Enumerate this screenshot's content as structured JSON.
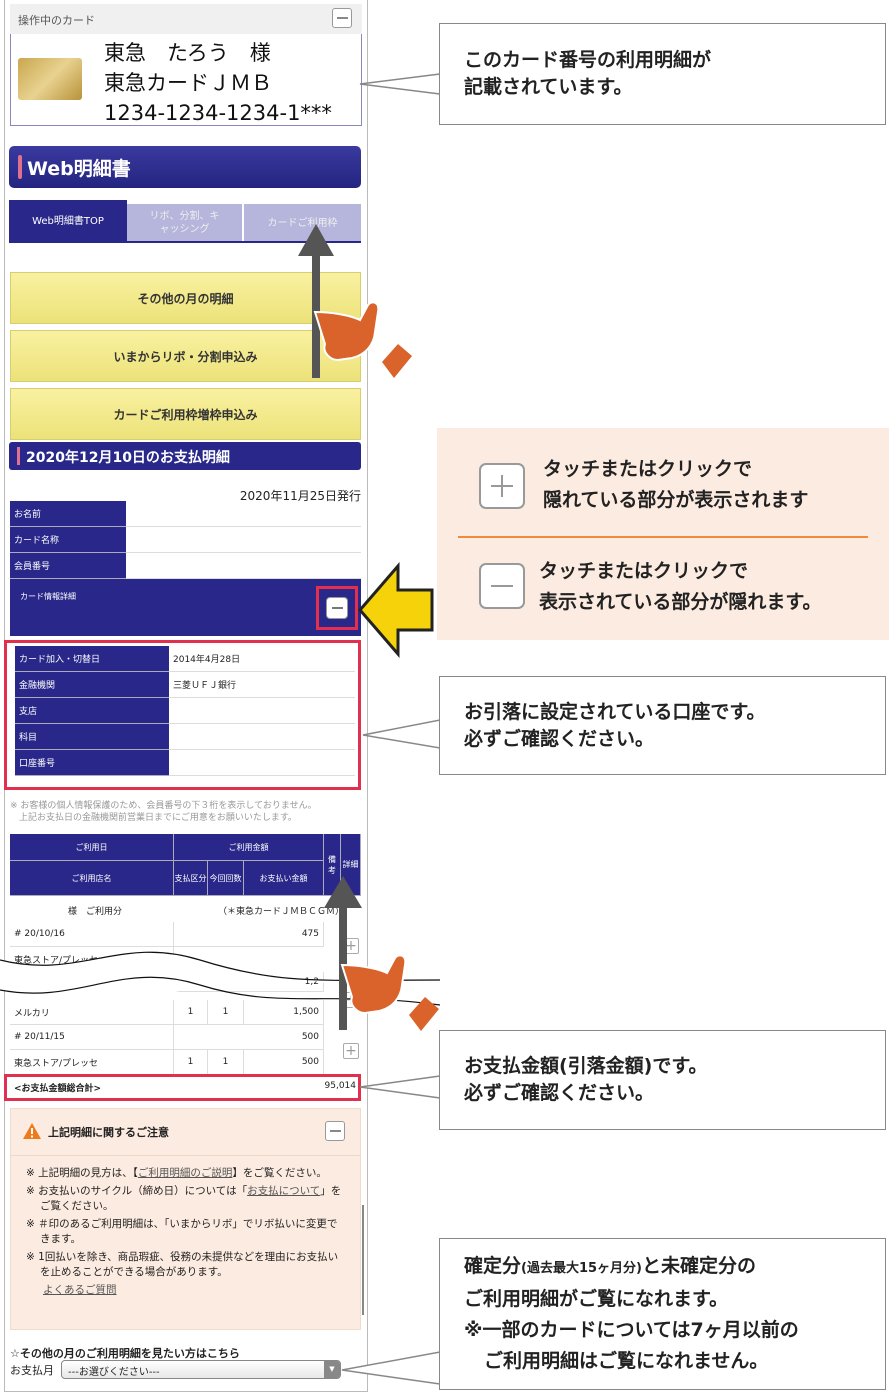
{
  "card": {
    "header": "操作中のカード",
    "name": "東急　たろう　様",
    "card_name": "東急カードＪＭＢ",
    "number": "1234-1234-1234-1***"
  },
  "statement": {
    "title": "Web明細書",
    "tabs": [
      {
        "label": "Web明細書TOP",
        "active": true
      },
      {
        "label": "リボ、分割、キャッシング",
        "active": false
      },
      {
        "label": "カードご利用枠",
        "active": false
      }
    ],
    "buttons": [
      "その他の月の明細",
      "いまからリボ・分割申込み",
      "カードご利用枠増枠申込み"
    ],
    "section_title": "2020年12月10日のお支払明細",
    "issued": "2020年11月25日発行",
    "info_rows": [
      {
        "label": "お名前",
        "value": ""
      },
      {
        "label": "カード名称",
        "value": ""
      },
      {
        "label": "会員番号",
        "value": ""
      }
    ],
    "detail_header": "カード情報詳細",
    "detail_rows": [
      {
        "label": "カード加入・切替日",
        "value": "2014年4月28日"
      },
      {
        "label": "金融機関",
        "value": "三菱ＵＦＪ銀行"
      },
      {
        "label": "支店",
        "value": ""
      },
      {
        "label": "科目",
        "value": ""
      },
      {
        "label": "口座番号",
        "value": ""
      }
    ],
    "privacy_note": "※ お客様の個人情報保護のため、会員番号の下３桁を表示しておりません。\n　上記お支払日の金融機関前営業日までにご用意をお願いいたします。",
    "table_headers": {
      "date": "ご利用日",
      "amount": "ご利用金額",
      "shop": "ご利用店名",
      "pay_type": "支払区分",
      "count": "今回回数",
      "pay_amount": "お支払い金額",
      "remarks": "備考",
      "detail": "詳細"
    },
    "usage_label": "様　ご利用分",
    "usage_card": "（＊東急カードＪＭＢＣＧＭ）",
    "rows": [
      {
        "date": "# 20/10/16",
        "amount": "475"
      },
      {
        "shop": "東急ストア/プレッセ"
      },
      {
        "amount": "1,2"
      },
      {
        "shop": "メルカリ",
        "pay_type": "1",
        "count": "1",
        "amount": "1,500"
      },
      {
        "date": "# 20/11/15",
        "amount": "500"
      },
      {
        "shop": "東急ストア/プレッセ",
        "pay_type": "1",
        "count": "1",
        "amount": "500"
      }
    ],
    "total_label": "<お支払金額総合計>",
    "total": "95,014",
    "notice_title": "上記明細に関するご注意",
    "notices": [
      {
        "pre": "※ 上記明細の見方は、【",
        "link": "ご利用明細のご説明",
        "post": "】をご覧ください。"
      },
      {
        "pre": "※ お支払いのサイクル（締め日）については「",
        "link": "お支払について",
        "post": "」をご覧ください。"
      },
      {
        "pre": "※ ＃印のあるご利用明細は、「いまからリボ」でリボ払いに変更できます。",
        "link": "",
        "post": ""
      },
      {
        "pre": "※ 1回払いを除き、商品瑕疵、役務の未提供などを理由にお支払いを止めることができる場合があります。",
        "link": "",
        "post": ""
      }
    ],
    "faq": "よくあるご質問",
    "other_months": "☆その他の月のご利用明細を見たい方はこちら",
    "pay_month_label": "お支払月",
    "pay_month_value": "---お選びください---"
  },
  "callouts": {
    "c1": [
      "このカード番号の利用明細が",
      "記載されています。"
    ],
    "c2_plus": [
      "タッチまたはクリックで",
      "隠れている部分が表示されます"
    ],
    "c2_minus": [
      "タッチまたはクリックで",
      "表示されている部分が隠れます。"
    ],
    "c3": [
      "お引落に設定されている口座です。",
      "必ずご確認ください。"
    ],
    "c4": [
      "お支払金額(引落金額)です。",
      "必ずご確認ください。"
    ],
    "c5_a": "確定分",
    "c5_small": "(過去最大15ヶ月分)",
    "c5_b": "と未確定分の",
    "c5_line2": "ご利用明細がご覧になれます。",
    "c5_line3": "※一部のカードについては7ヶ月以前の",
    "c5_line4": "ご利用明細はご覧になれません。"
  },
  "colors": {
    "navy": "#29288a",
    "highlight_red": "#e0304e",
    "arrow_yellow": "#f5d20a",
    "hand_orange": "#d9632a",
    "peach": "#fcebe0"
  }
}
